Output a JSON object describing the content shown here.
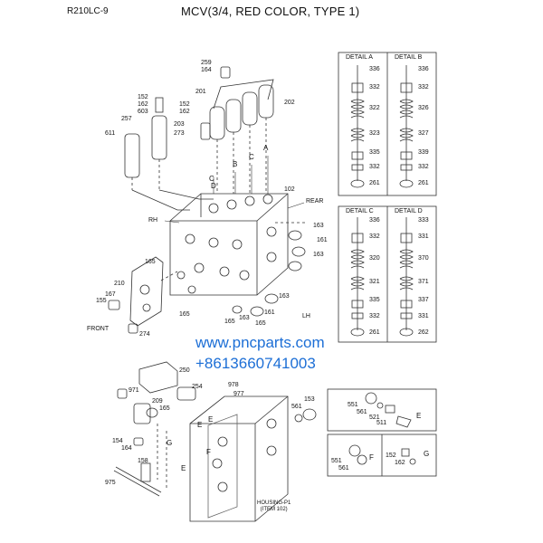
{
  "header": {
    "model": "R210LC-9",
    "title": "MCV(3/4, RED COLOR, TYPE 1)"
  },
  "watermark": {
    "website": "www.pncparts.com",
    "phone": "+8613660741003"
  },
  "details": {
    "a": {
      "title": "DETAIL A",
      "parts": [
        "336",
        "332",
        "322",
        "323",
        "335",
        "332",
        "261"
      ]
    },
    "b": {
      "title": "DETAIL B",
      "parts": [
        "336",
        "332",
        "326",
        "327",
        "339",
        "332",
        "261"
      ]
    },
    "c": {
      "title": "DETAIL C",
      "parts": [
        "336",
        "332",
        "320",
        "321",
        "335",
        "332",
        "261"
      ]
    },
    "d": {
      "title": "DETAIL D",
      "parts": [
        "333",
        "331",
        "370",
        "371",
        "337",
        "331",
        "262"
      ]
    }
  },
  "housing_note": {
    "line1": "HOUSING-P1",
    "line2": "(ITEM 102)"
  },
  "directions": {
    "rh": "RH",
    "rear": "REAR",
    "lh": "LH",
    "front": "FRONT"
  },
  "upper_callouts": [
    "259",
    "164",
    "152",
    "162",
    "603",
    "257",
    "611",
    "201",
    "152",
    "162",
    "203",
    "273",
    "202",
    "102",
    "163",
    "161",
    "163",
    "165",
    "210",
    "167",
    "155",
    "274",
    "165",
    "165",
    "163",
    "161",
    "165",
    "163"
  ],
  "lower_callouts": [
    "250",
    "971",
    "254",
    "209",
    "165",
    "978",
    "977",
    "153",
    "561",
    "154",
    "164",
    "158",
    "975",
    "551",
    "561",
    "521",
    "511",
    "551",
    "561",
    "152",
    "162"
  ],
  "section_letters": {
    "d": "D",
    "c1": "C",
    "b": "B",
    "c2": "C",
    "a": "A",
    "e1": "E",
    "e2": "E",
    "g": "G",
    "f": "F",
    "e3": "E",
    "e4": "E",
    "f2": "F",
    "g2": "G"
  },
  "colors": {
    "ink": "#222222",
    "link": "#1d6fd6",
    "frame": "#333333"
  }
}
